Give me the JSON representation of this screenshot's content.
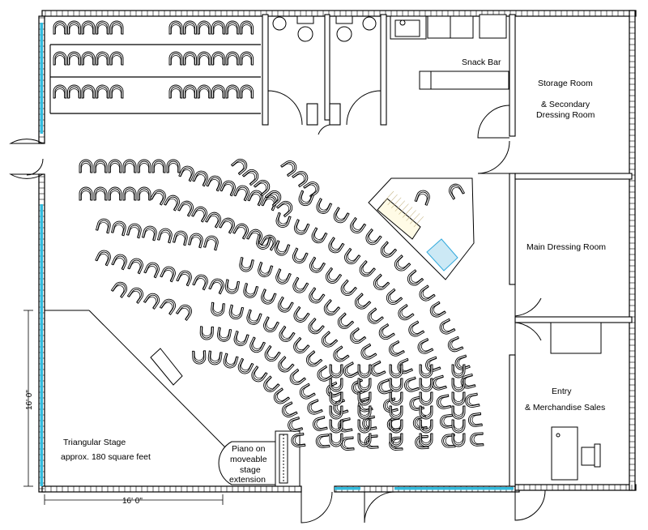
{
  "rooms": {
    "snack_bar": "Snack Bar",
    "storage_room": "Storage Room",
    "secondary_dressing_line1": "& Secondary",
    "secondary_dressing_line2": "Dressing Room",
    "main_dressing_room": "Main Dressing Room",
    "entry_line1": "Entry",
    "entry_line2": "& Merchandise Sales"
  },
  "stage": {
    "title": "Triangular Stage",
    "area": "approx. 180 square feet"
  },
  "piano": {
    "line1": "Piano on",
    "line2": "moveable",
    "line3": "stage",
    "line4": "extension"
  },
  "dimensions": {
    "vertical": "16' 0\"",
    "horizontal": "16' 0\""
  },
  "colors": {
    "wall": "#000000",
    "window": "#33bbdd",
    "tile": "#66ccee"
  }
}
